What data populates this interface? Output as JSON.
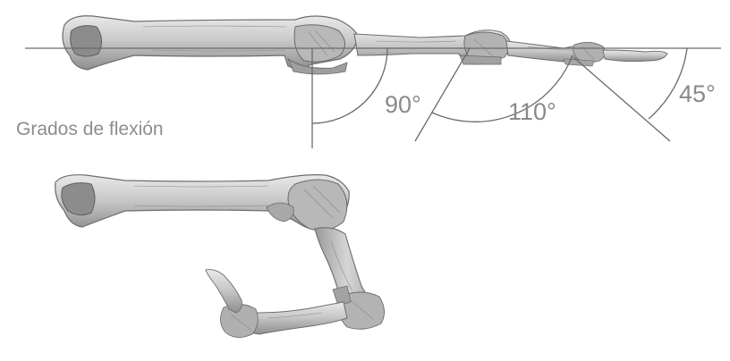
{
  "caption": "Grados de flexión",
  "angles": {
    "mcp": "90°",
    "pip": "110°",
    "dip": "45°"
  },
  "colors": {
    "line": "#6a6a6a",
    "text": "#8d8d8d",
    "bone_fill": "#c6c6c6",
    "bone_dark": "#8f8f8f",
    "bone_light": "#e6e6e6"
  }
}
